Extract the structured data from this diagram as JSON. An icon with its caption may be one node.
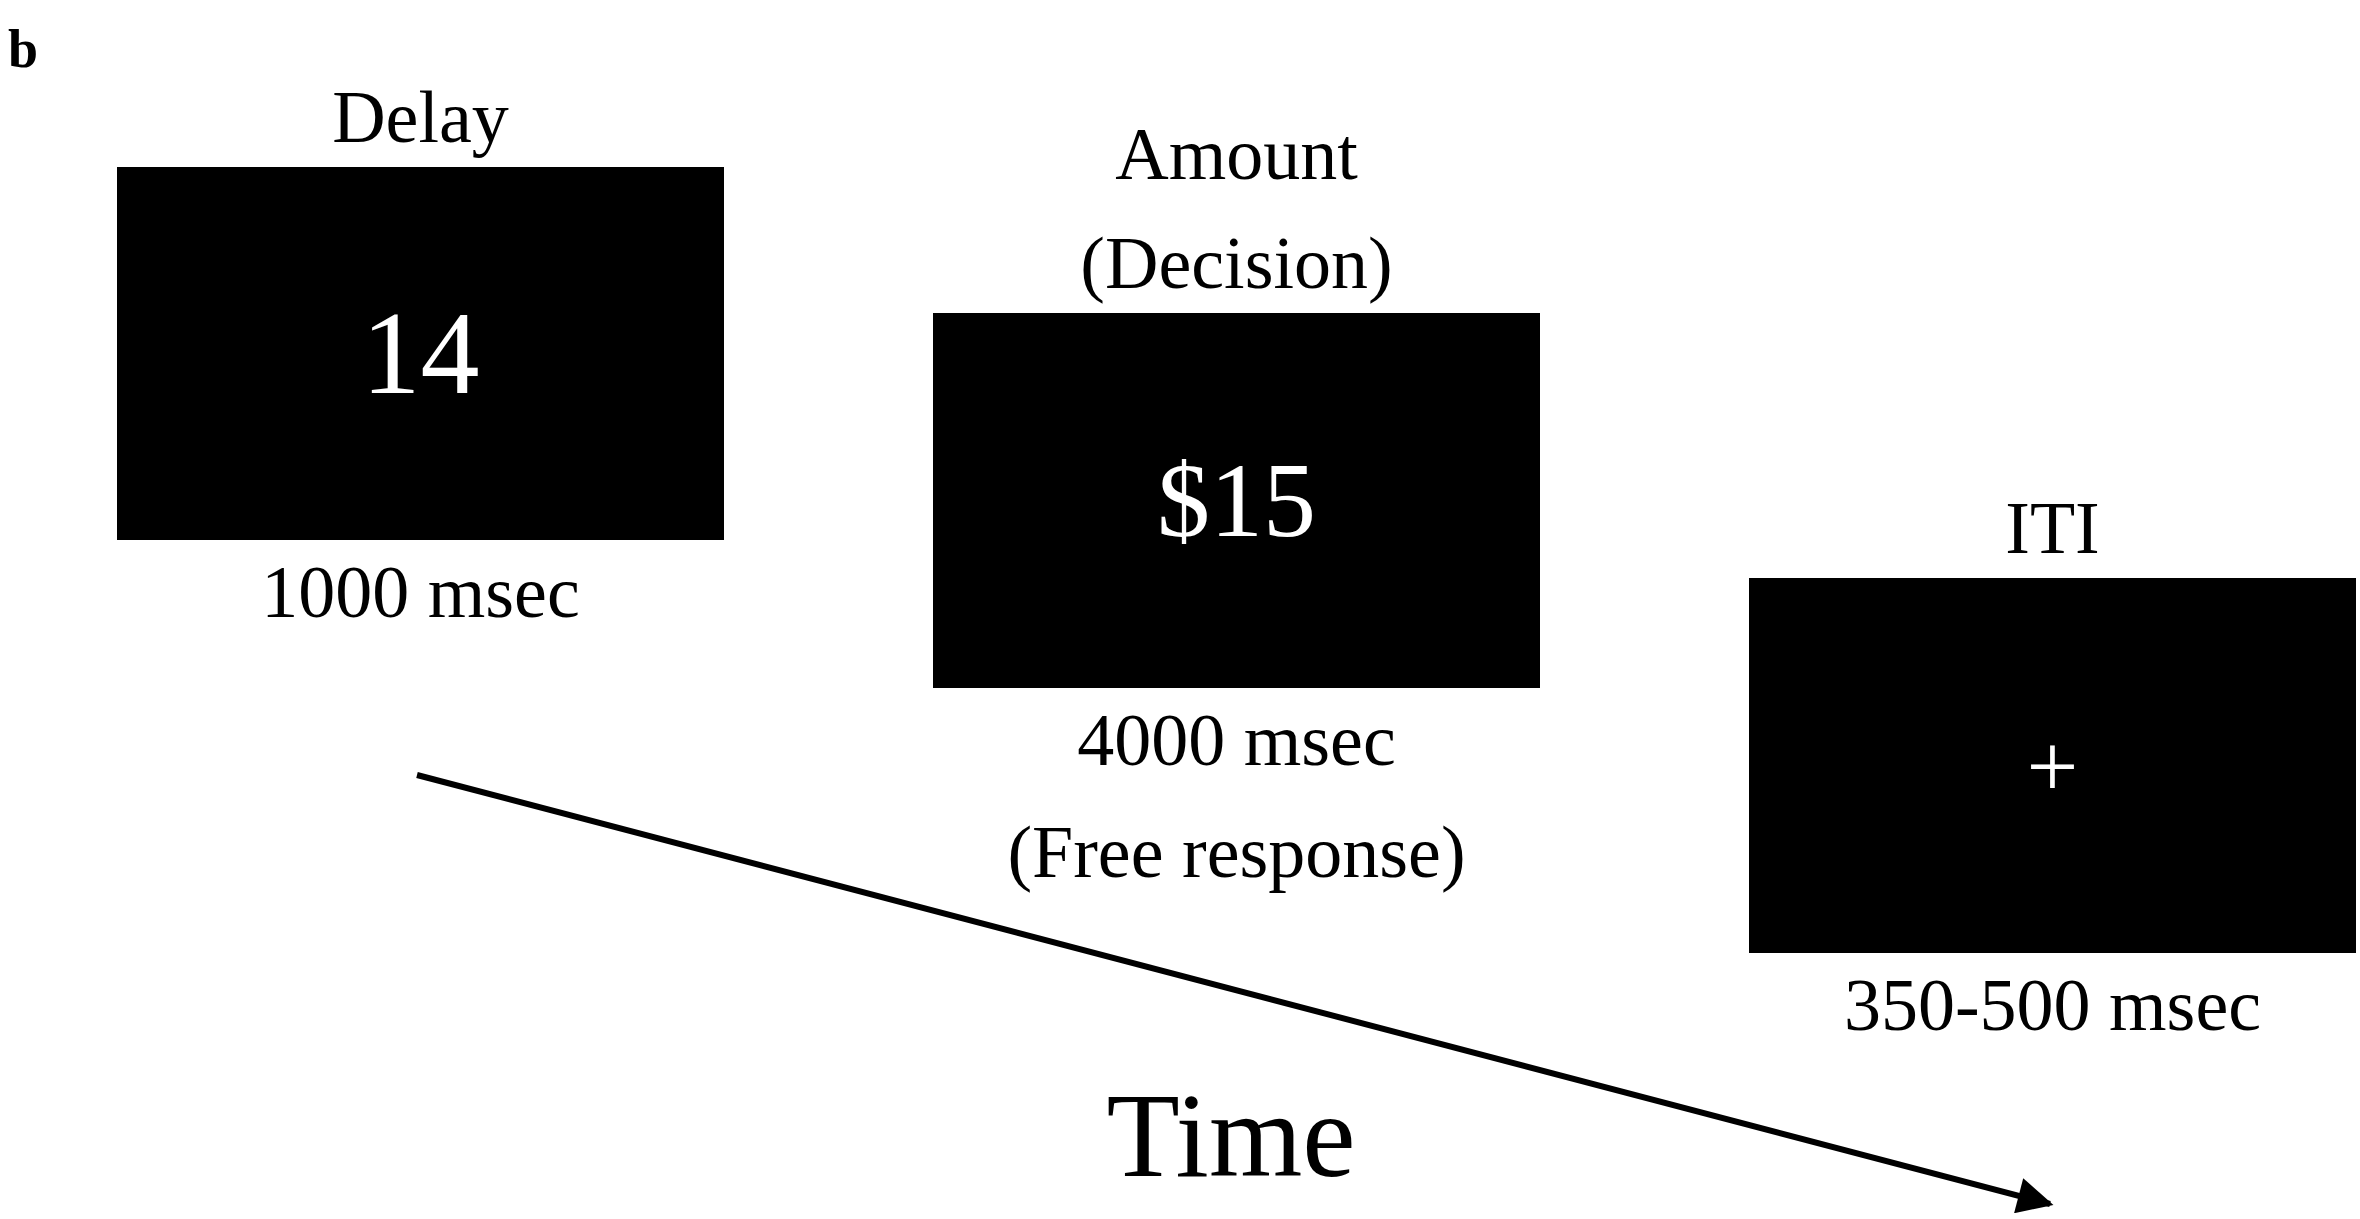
{
  "diagram": {
    "nodes": [
      {
        "text": [
          "Delay",
          "14"
        ],
        "beside": [
          "1000 msec"
        ]
      },
      {
        "text": [
          "Amount (Decision)",
          "$15"
        ],
        "beside": [
          "4000 msec",
          "(Free response)"
        ]
      },
      {
        "text": [
          "ITI",
          "+"
        ],
        "beside": [
          "350-500 msec"
        ]
      }
    ],
    "edges": [],
    "labels": [
      "b",
      "Time"
    ]
  }
}
